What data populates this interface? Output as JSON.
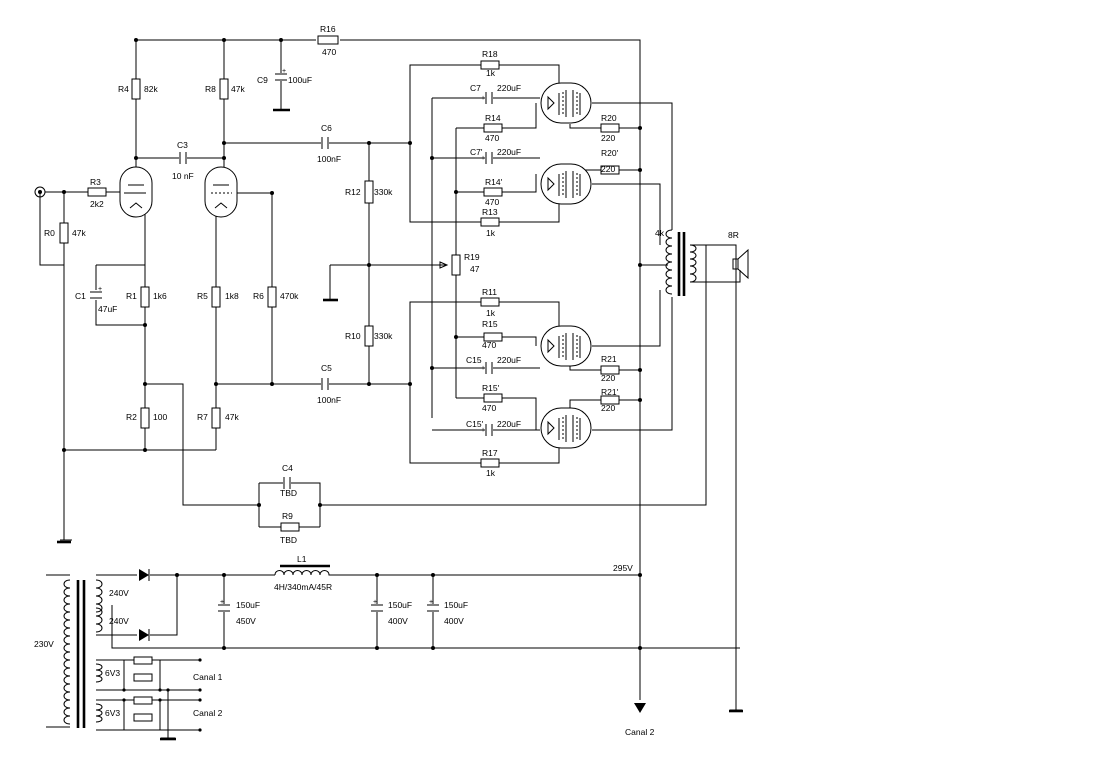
{
  "components": {
    "R0": {
      "ref": "R0",
      "value": "47k"
    },
    "R1": {
      "ref": "R1",
      "value": "1k6"
    },
    "R2": {
      "ref": "R2",
      "value": "100"
    },
    "R3": {
      "ref": "R3",
      "value": "2k2"
    },
    "R4": {
      "ref": "R4",
      "value": "82k"
    },
    "R5": {
      "ref": "R5",
      "value": "1k8"
    },
    "R6": {
      "ref": "R6",
      "value": "470k"
    },
    "R7": {
      "ref": "R7",
      "value": "47k"
    },
    "R8": {
      "ref": "R8",
      "value": "47k"
    },
    "R9": {
      "ref": "R9",
      "value": "TBD"
    },
    "R10": {
      "ref": "R10",
      "value": "330k"
    },
    "R11": {
      "ref": "R11",
      "value": "1k"
    },
    "R12": {
      "ref": "R12",
      "value": "330k"
    },
    "R13": {
      "ref": "R13",
      "value": "1k"
    },
    "R14": {
      "ref": "R14",
      "value": "470"
    },
    "R14p": {
      "ref": "R14'",
      "value": "470"
    },
    "R15": {
      "ref": "R15",
      "value": "470"
    },
    "R15p": {
      "ref": "R15'",
      "value": "470"
    },
    "R16": {
      "ref": "R16",
      "value": "470"
    },
    "R17": {
      "ref": "R17",
      "value": "1k"
    },
    "R18": {
      "ref": "R18",
      "value": "1k"
    },
    "R19": {
      "ref": "R19",
      "value": "47"
    },
    "R20": {
      "ref": "R20",
      "value": "220"
    },
    "R20p": {
      "ref": "R20'",
      "value": "220"
    },
    "R21": {
      "ref": "R21",
      "value": "220"
    },
    "R21p": {
      "ref": "R21'",
      "value": "220"
    },
    "C1": {
      "ref": "C1",
      "value": "47uF"
    },
    "C3": {
      "ref": "C3",
      "value": "10 nF"
    },
    "C4": {
      "ref": "C4",
      "value": "TBD"
    },
    "C5": {
      "ref": "C5",
      "value": "100nF"
    },
    "C6": {
      "ref": "C6",
      "value": "100nF"
    },
    "C7": {
      "ref": "C7",
      "value": "220uF"
    },
    "C7p": {
      "ref": "C7'",
      "value": "220uF"
    },
    "C9": {
      "ref": "C9",
      "value": "100uF"
    },
    "C15": {
      "ref": "C15",
      "value": "220uF"
    },
    "C15p": {
      "ref": "C15'",
      "value": "220uF"
    },
    "L1": {
      "ref": "L1",
      "value": "4H/340mA/45R"
    }
  },
  "power_supply": {
    "mains": "230V",
    "sec_hv_top": "240V",
    "sec_hv_bottom": "240V",
    "heater_1": "6V3",
    "heater_2": "6V3",
    "cap1_value": "150uF",
    "cap1_voltage": "450V",
    "cap2_value": "150uF",
    "cap2_voltage": "400V",
    "cap3_value": "150uF",
    "cap3_voltage": "400V",
    "b_plus": "295V"
  },
  "labels": {
    "output_impedance": "4k",
    "speaker": "8R",
    "canal1": "Canal 1",
    "canal2_heater": "Canal 2",
    "canal2_out": "Canal 2"
  }
}
